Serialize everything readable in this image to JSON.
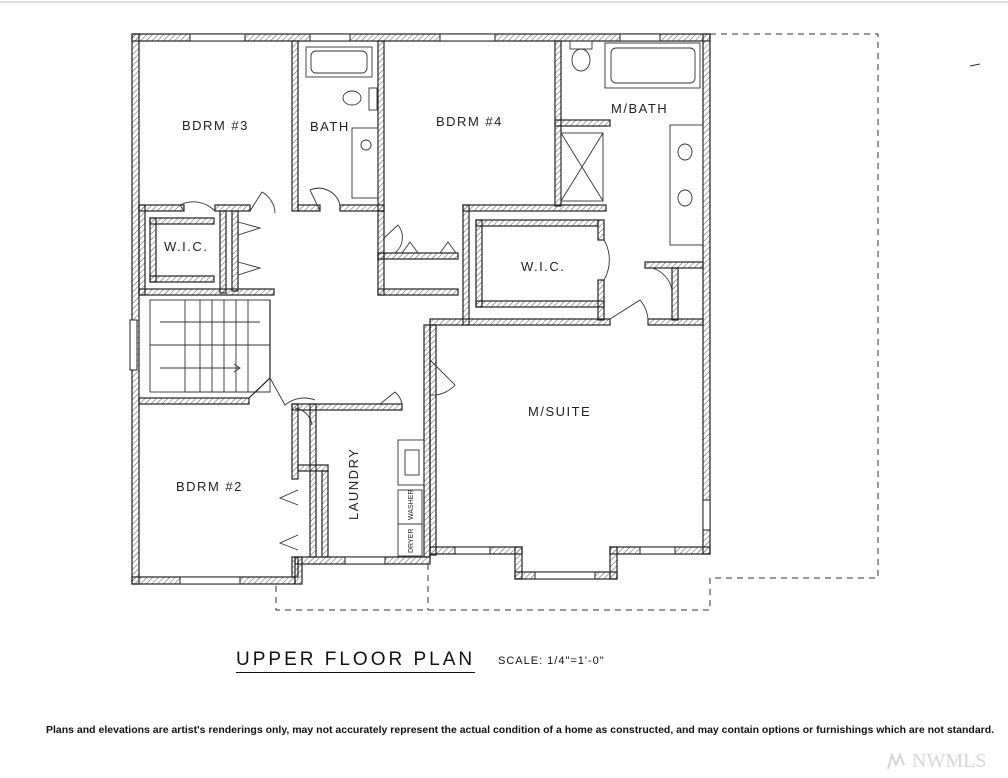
{
  "plan": {
    "title": "UPPER FLOOR PLAN",
    "scale": "SCALE: 1/4\"=1'-0\"",
    "rooms": {
      "bdrm3": "BDRM #3",
      "bath": "BATH",
      "bdrm4": "BDRM #4",
      "mbath": "M/BATH",
      "wic_left": "W.I.C.",
      "wic_master": "W.I.C.",
      "msuite": "M/SUITE",
      "bdrm2": "BDRM #2",
      "laundry": "LAUNDRY",
      "washer": "WASHER",
      "dryer": "DRYER"
    }
  },
  "disclaimer": "Plans and elevations are artist's renderings only, may not accurately represent the actual condition of a home as constructed, and may contain options or furnishings which are not standard.",
  "watermark": "NWMLS"
}
